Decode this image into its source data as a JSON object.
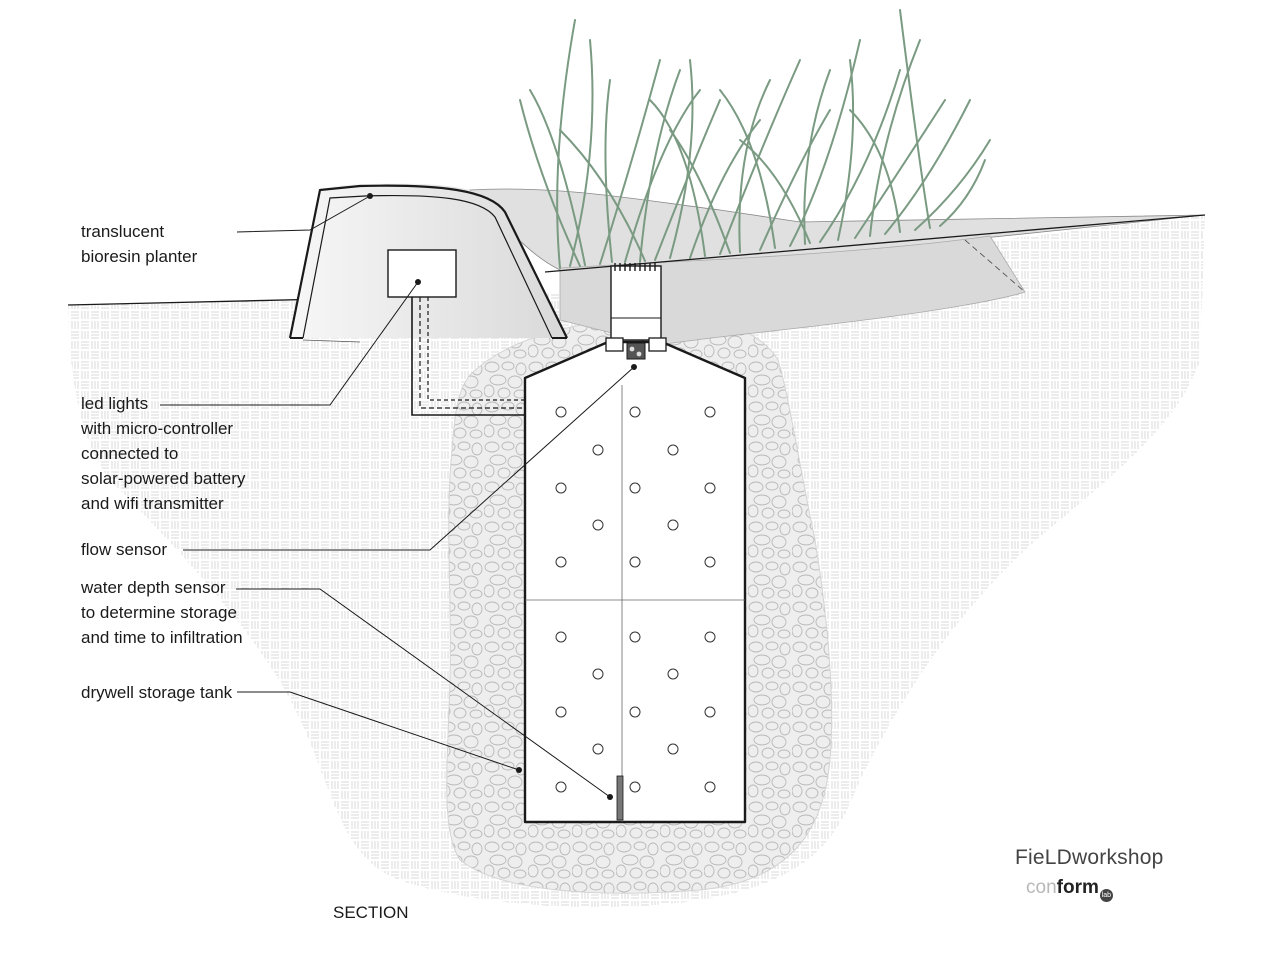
{
  "labels": {
    "planter": [
      "translucent",
      "bioresin planter"
    ],
    "led": [
      "led lights",
      "with micro-controller",
      "connected to",
      "solar-powered battery",
      "and wifi transmitter"
    ],
    "flow_sensor": "flow sensor",
    "depth_sensor": [
      "water depth sensor",
      "to determine storage",
      "and time to infiltration"
    ],
    "drywell": "drywell storage tank"
  },
  "caption": "SECTION",
  "brand": {
    "name": "FieLDworkshop",
    "logo_light": "con",
    "logo_bold": "form",
    "logo_badge": "lab"
  },
  "colors": {
    "line": "#1a1a1a",
    "soil_hatch": "#c9c9c9",
    "gravel": "#ececec",
    "grass": "#7a9a82",
    "planter": "#f2f2f2"
  }
}
